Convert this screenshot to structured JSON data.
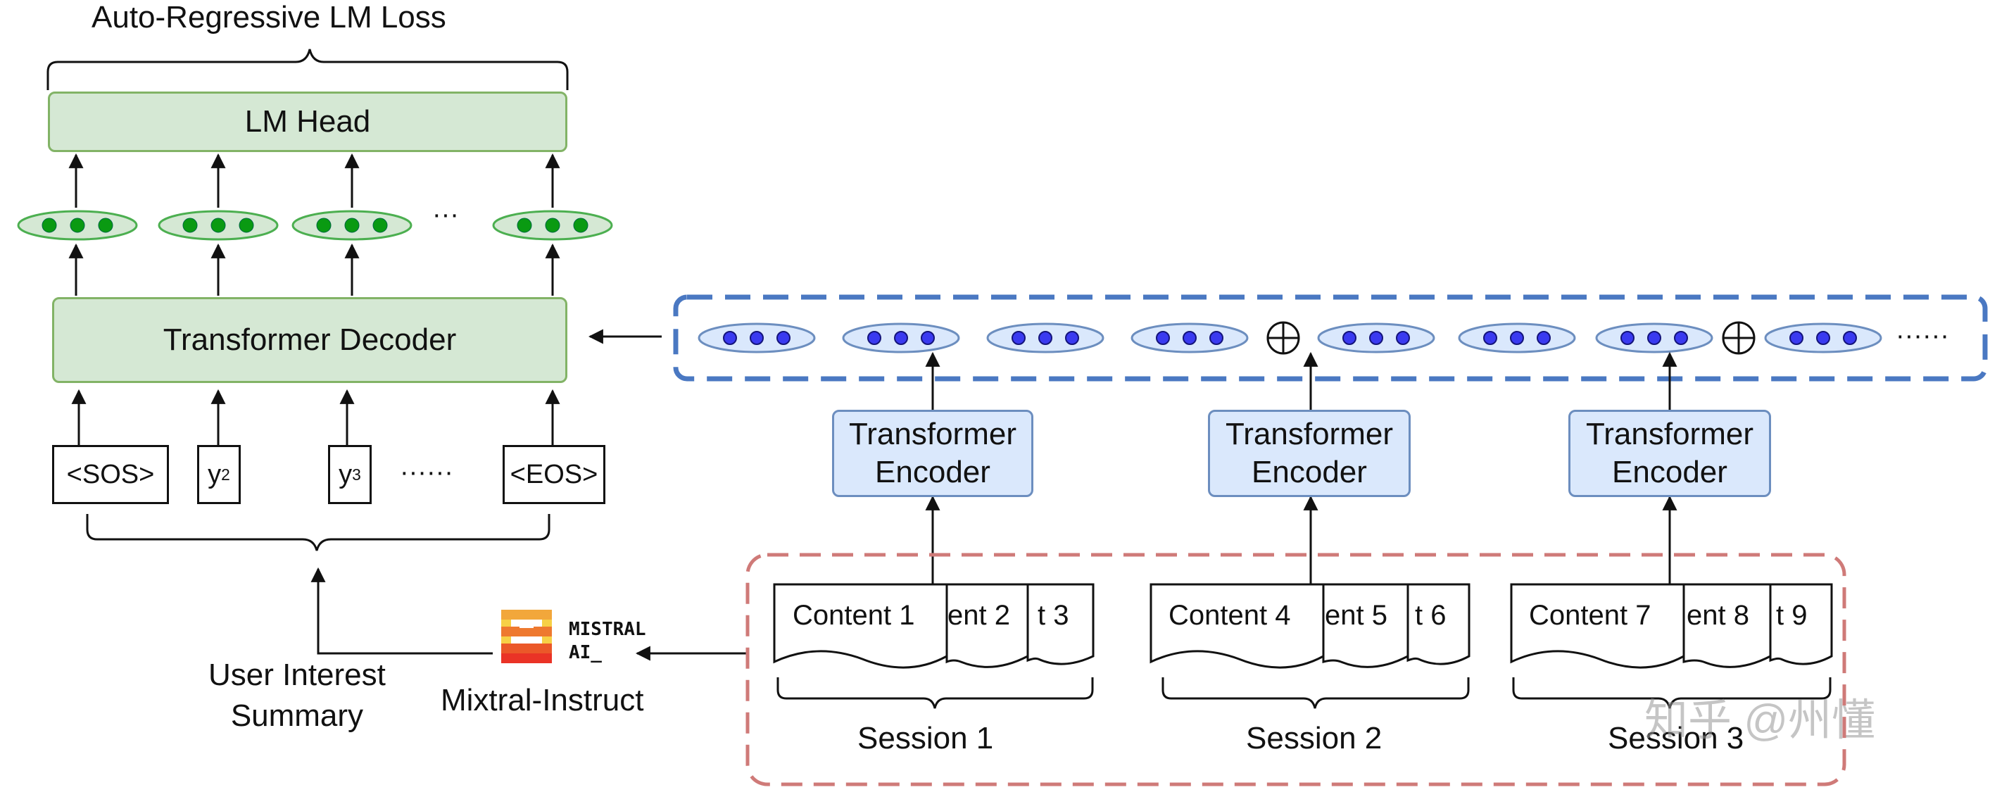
{
  "decoder": {
    "loss_label": "Auto-Regressive LM Loss",
    "lm_head_label": "LM Head",
    "decoder_label": "Transformer Decoder",
    "ellipsis_short": "···",
    "ellipsis_long": "······",
    "tokens": {
      "sos": "<SOS>",
      "y2_base": "y",
      "y2_sub": "2",
      "y3_base": "y",
      "y3_sub": "3",
      "eos": "<EOS>"
    }
  },
  "summary": {
    "label_line1": "User Interest",
    "label_line2": "Summary",
    "model_label": "Mixtral-Instruct",
    "logo_text_line1": "MISTRAL",
    "logo_text_line2": "AI_"
  },
  "encoders": [
    {
      "line1": "Transformer",
      "line2": "Encoder"
    },
    {
      "line1": "Transformer",
      "line2": "Encoder"
    },
    {
      "line1": "Transformer",
      "line2": "Encoder"
    }
  ],
  "sessions": [
    {
      "label": "Session 1",
      "contents": [
        "Content 1",
        "ent 2",
        "t 3"
      ]
    },
    {
      "label": "Session 2",
      "contents": [
        "Content 4",
        "ent 5",
        "t 6"
      ]
    },
    {
      "label": "Session 3",
      "contents": [
        "Content 7",
        "ent 8",
        "t 9"
      ]
    }
  ],
  "embedding_strip": {
    "trailing_ellipsis": "······"
  },
  "watermark": "知乎 @州懂",
  "colors": {
    "decoder_fill": "#d5e8d4",
    "decoder_border": "#82b366",
    "encoder_fill": "#dae8fc",
    "encoder_border": "#6c8ebf",
    "green_dot": "#0a9a12",
    "blue_dot": "#3a3af0",
    "dashed_blue": "#4a78c2",
    "dashed_red": "#cf7a78"
  }
}
